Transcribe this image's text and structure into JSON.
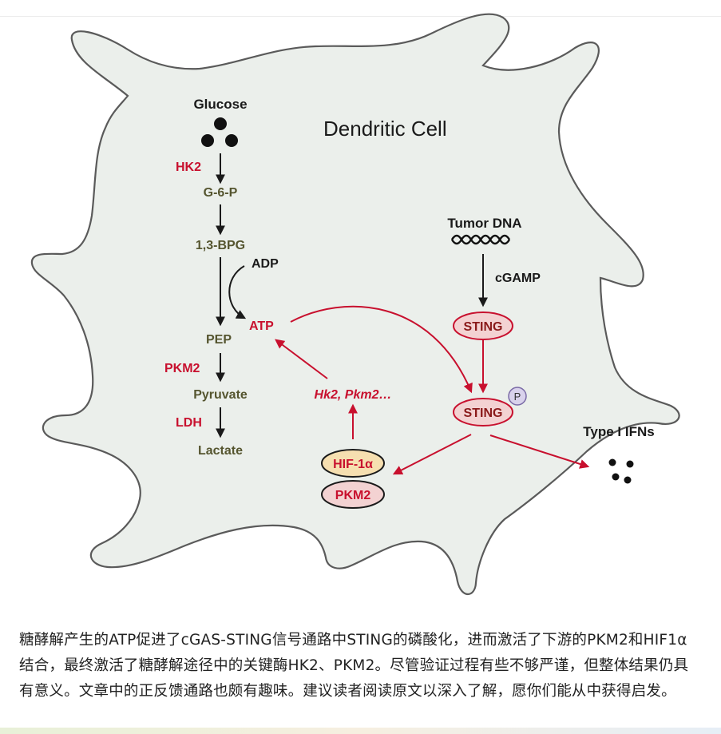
{
  "diagram": {
    "cell_label": "Dendritic Cell",
    "glycolysis": {
      "substrate": "Glucose",
      "enzymes": {
        "hk2": "HK2",
        "pkm2": "PKM2",
        "ldh": "LDH"
      },
      "metabolites": {
        "g6p": "G-6-P",
        "bpg": "1,3-BPG",
        "pep": "PEP",
        "pyruvate": "Pyruvate",
        "lactate": "Lactate"
      },
      "adp": "ADP",
      "atp": "ATP"
    },
    "signaling": {
      "tumor_dna": "Tumor DNA",
      "cgamp": "cGAMP",
      "sting": "STING",
      "sting_phospho": "STING",
      "phospho_mark": "P",
      "target_genes": "Hk2, Pkm2…",
      "hif1a": "HIF-1α",
      "pkm2_complex": "PKM2",
      "type1_ifns": "Type I IFNs"
    },
    "colors": {
      "cell_fill": "#ebefeb",
      "cell_stroke": "#5a5a5a",
      "red": "#c8102e",
      "metabolite": "#55552f",
      "sting_fill": "#f3d2d2",
      "hif_fill": "#f6dfb0",
      "phospho_fill": "#d9d2ec"
    }
  },
  "caption": "糖酵解产生的ATP促进了cGAS-STING信号通路中STING的磷酸化，进而激活了下游的PKM2和HIF1α结合，最终激活了糖酵解途径中的关键酶HK2、PKM2。尽管验证过程有些不够严谨，但整体结果仍具有意义。文章中的正反馈通路也颇有趣味。建议读者阅读原文以深入了解，愿你们能从中获得启发。"
}
